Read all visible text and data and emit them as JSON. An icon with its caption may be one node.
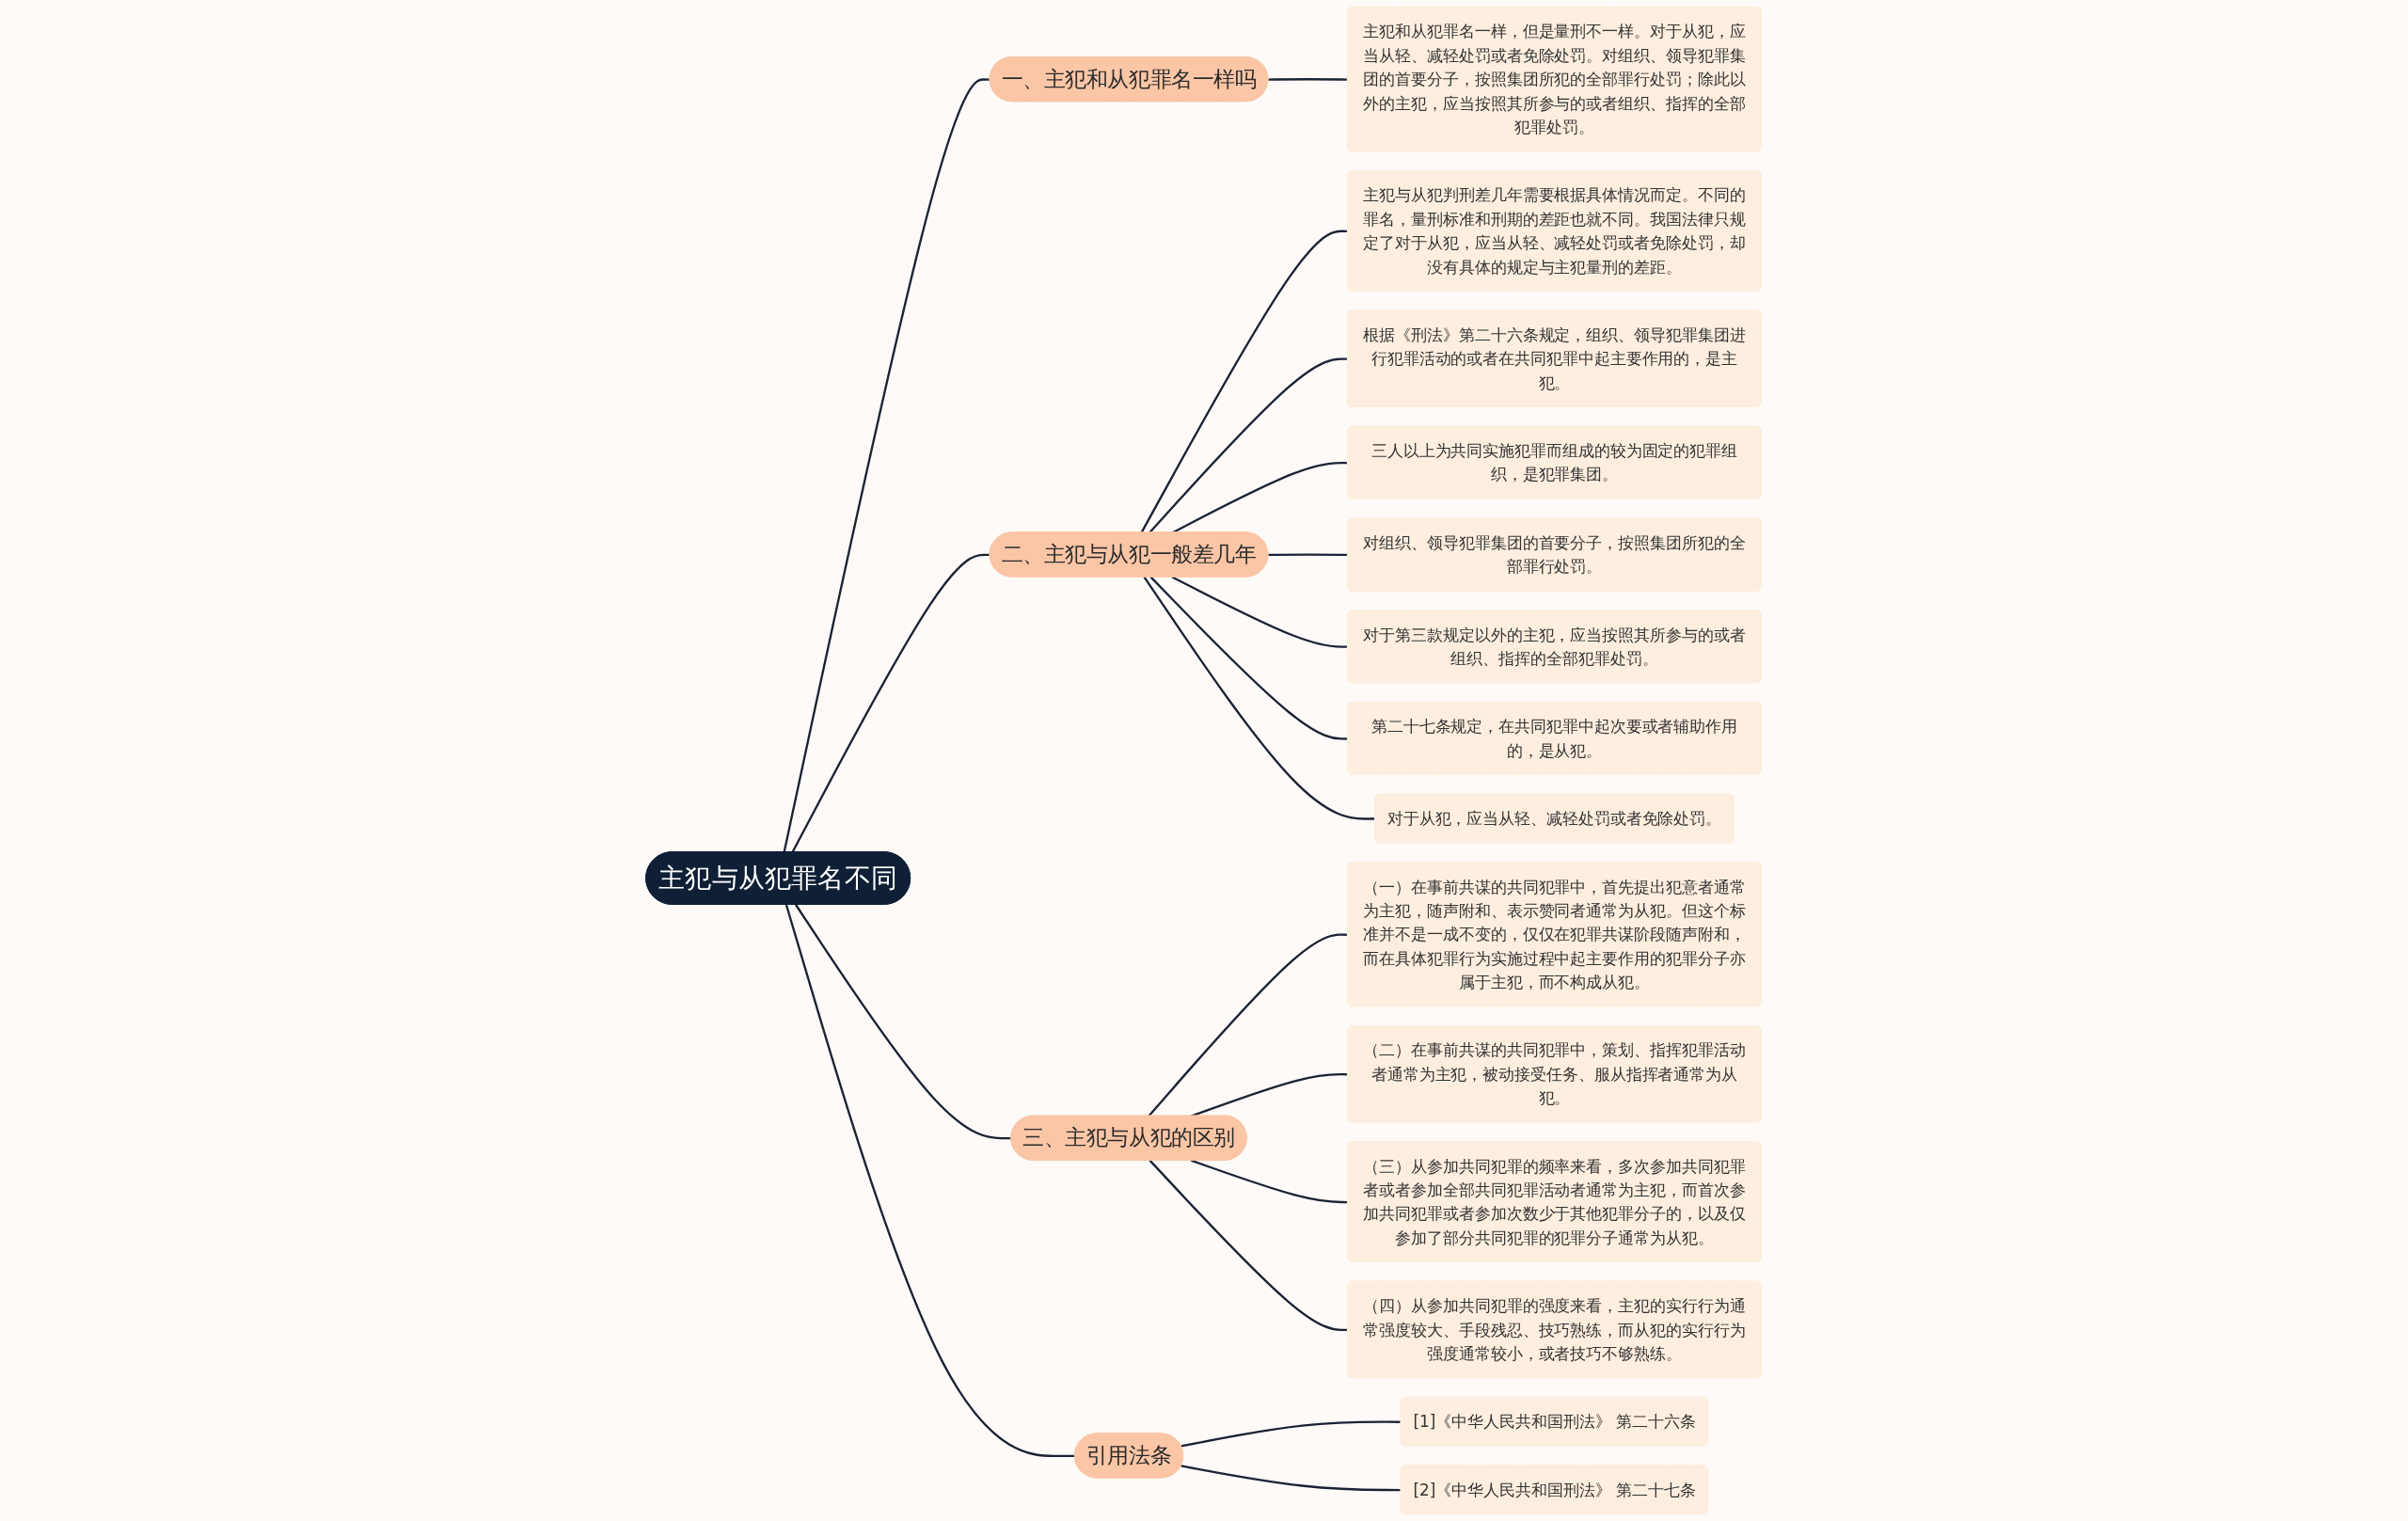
{
  "diagram": {
    "nodes": [
      {
        "text": [
          "主犯与从犯罪名不同"
        ]
      },
      {
        "text": [
          "一、主犯和从犯罪名一样吗"
        ]
      },
      {
        "text": [
          "主犯和从犯罪名一样，但是量刑不一样。对于从犯，应当从轻、减轻处罚或者免除处罚。对组织、领导犯罪集团的首要分子，按照集团所犯的全部罪行处罚；除此以外的主犯，应当按照其所参与的或者组织、指挥的全部犯罪处罚。"
        ]
      },
      {
        "text": [
          "二、主犯与从犯一般差几年"
        ]
      },
      {
        "text": [
          "主犯与从犯判刑差几年需要根据具体情况而定。不同的罪名，量刑标准和刑期的差距也就不同。我国法律只规定了对于从犯，应当从轻、减轻处罚或者免除处罚，却没有具体的规定与主犯量刑的差距。"
        ]
      },
      {
        "text": [
          "根据《刑法》第二十六条规定，组织、领导犯罪集团进行犯罪活动的或者在共同犯罪中起主要作用的，是主犯。"
        ]
      },
      {
        "text": [
          "三人以上为共同实施犯罪而组成的较为固定的犯罪组织，是犯罪集团。"
        ]
      },
      {
        "text": [
          "对组织、领导犯罪集团的首要分子，按照集团所犯的全部罪行处罚。"
        ]
      },
      {
        "text": [
          "对于第三款规定以外的主犯，应当按照其所参与的或者组织、指挥的全部犯罪处罚。"
        ]
      },
      {
        "text": [
          "第二十七条规定，在共同犯罪中起次要或者辅助作用的，是从犯。"
        ]
      },
      {
        "text": [
          "对于从犯，应当从轻、减轻处罚或者免除处罚。"
        ]
      },
      {
        "text": [
          "三、主犯与从犯的区别"
        ]
      },
      {
        "text": [
          "（一）在事前共谋的共同犯罪中，首先提出犯意者通常为主犯，随声附和、表示赞同者通常为从犯。但这个标准并不是一成不变的，仅仅在犯罪共谋阶段随声附和，而在具体犯罪行为实施过程中起主要作用的犯罪分子亦属于主犯，而不构成从犯。"
        ]
      },
      {
        "text": [
          "（二）在事前共谋的共同犯罪中，策划、指挥犯罪活动者通常为主犯，被动接受任务、服从指挥者通常为从犯。"
        ]
      },
      {
        "text": [
          "（三）从参加共同犯罪的频率来看，多次参加共同犯罪者或者参加全部共同犯罪活动者通常为主犯，而首次参加共同犯罪或者参加次数少于其他犯罪分子的，以及仅参加了部分共同犯罪的犯罪分子通常为从犯。"
        ]
      },
      {
        "text": [
          "（四）从参加共同犯罪的强度来看，主犯的实行行为通常强度较大、手段残忍、技巧熟练，而从犯的实行行为强度通常较小，或者技巧不够熟练。"
        ]
      },
      {
        "text": [
          "引用法条"
        ]
      },
      {
        "text": [
          "[1]《中华人民共和国刑法》 第二十六条"
        ]
      },
      {
        "text": [
          "[2]《中华人民共和国刑法》 第二十七条"
        ]
      }
    ],
    "edges": [
      {
        "from": 0,
        "to": 1,
        "arrow": "none"
      },
      {
        "from": 1,
        "to": 2,
        "arrow": "none"
      },
      {
        "from": 0,
        "to": 3,
        "arrow": "none"
      },
      {
        "from": 3,
        "to": 4,
        "arrow": "none"
      },
      {
        "from": 3,
        "to": 5,
        "arrow": "none"
      },
      {
        "from": 3,
        "to": 6,
        "arrow": "none"
      },
      {
        "from": 3,
        "to": 7,
        "arrow": "none"
      },
      {
        "from": 3,
        "to": 8,
        "arrow": "none"
      },
      {
        "from": 3,
        "to": 9,
        "arrow": "none"
      },
      {
        "from": 3,
        "to": 10,
        "arrow": "none"
      },
      {
        "from": 0,
        "to": 11,
        "arrow": "none"
      },
      {
        "from": 11,
        "to": 12,
        "arrow": "none"
      },
      {
        "from": 11,
        "to": 13,
        "arrow": "none"
      },
      {
        "from": 11,
        "to": 14,
        "arrow": "none"
      },
      {
        "from": 11,
        "to": 15,
        "arrow": "none"
      },
      {
        "from": 0,
        "to": 16,
        "arrow": "none"
      },
      {
        "from": 16,
        "to": 17,
        "arrow": "none"
      },
      {
        "from": 16,
        "to": 18,
        "arrow": "none"
      }
    ]
  }
}
